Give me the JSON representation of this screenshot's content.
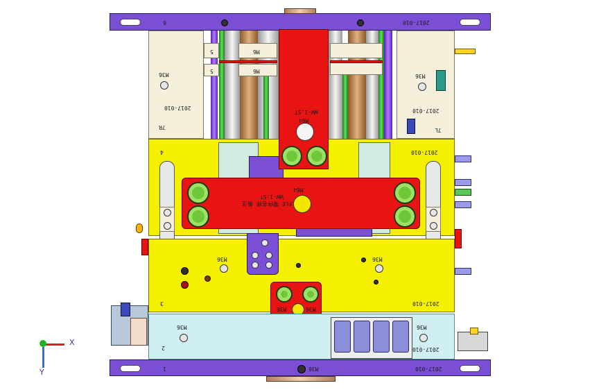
{
  "plates": {
    "top_clamp": {
      "left_text": "6",
      "right_text": "2017-010"
    },
    "bottom_clamp": {
      "left_text": "1",
      "center_text": "M36",
      "right_text": "2017-010"
    },
    "left_cream": {
      "mark": "M36",
      "code": "2017-010",
      "tag": "7R"
    },
    "right_cream": {
      "mark": "M36",
      "code": "2017-010",
      "tag": "7L"
    },
    "yellow_upper": {
      "left_text": "4",
      "right_text": "2017-010"
    },
    "yellow_lower": {
      "left_text": "3",
      "right_text": "2017-010",
      "mark_left": "M36",
      "mark_right": "M36"
    },
    "cyan_bottom": {
      "left_num": "2",
      "left_mark": "M36",
      "right_mark": "M36",
      "right_code": "2017-010"
    }
  },
  "red_parts": {
    "vertical_bar": {
      "mark": "M64",
      "code": "WW-1.ST"
    },
    "horizontal_bar": {
      "mark": "M64",
      "code": "WW-1.ST",
      "note": "LFLE 零件名称 备注"
    },
    "square_block": {
      "mark_left": "M36",
      "mark_right": "M36"
    }
  },
  "small_labels": {
    "block_a": "5",
    "block_b": "5",
    "tag_a": "M6",
    "tag_b": "M6"
  },
  "axes": {
    "x": "X",
    "y": "Y"
  }
}
